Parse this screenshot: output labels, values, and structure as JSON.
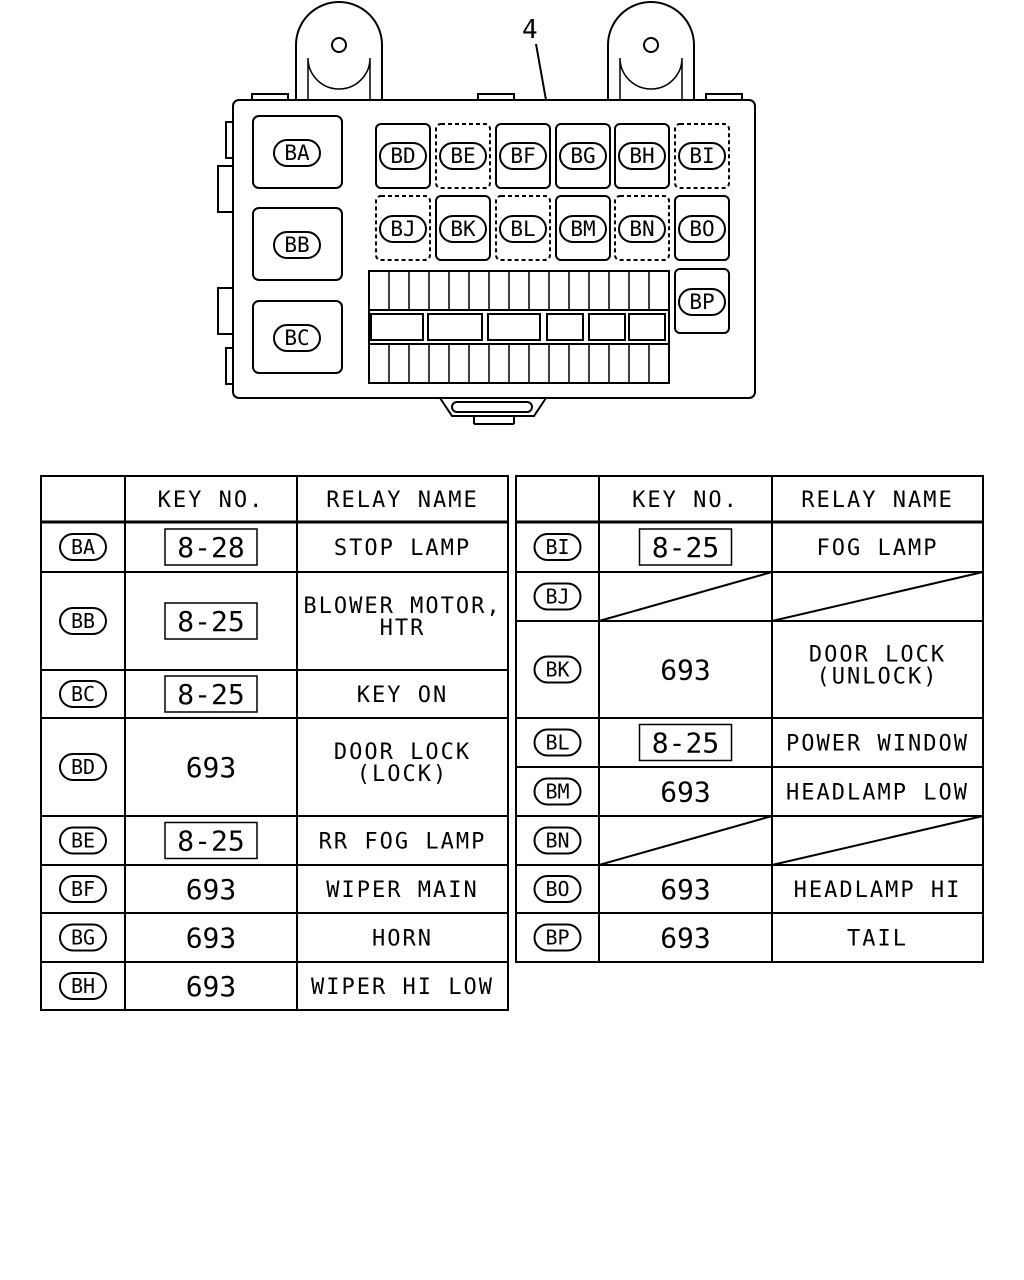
{
  "callout": "4",
  "box_labels": {
    "BA": "BA",
    "BB": "BB",
    "BC": "BC",
    "BD": "BD",
    "BE": "BE",
    "BF": "BF",
    "BG": "BG",
    "BH": "BH",
    "BI": "BI",
    "BJ": "BJ",
    "BK": "BK",
    "BL": "BL",
    "BM": "BM",
    "BN": "BN",
    "BO": "BO",
    "BP": "BP"
  },
  "tables": [
    {
      "headers": [
        "",
        "KEY NO.",
        "RELAY NAME"
      ],
      "rows": [
        {
          "code": "BA",
          "key": "8-28",
          "key_boxed": true,
          "name": [
            "STOP LAMP"
          ],
          "empty": false
        },
        {
          "code": "BB",
          "key": "8-25",
          "key_boxed": true,
          "name": [
            "BLOWER MOTOR,",
            "HTR"
          ],
          "empty": false
        },
        {
          "code": "BC",
          "key": "8-25",
          "key_boxed": true,
          "name": [
            "KEY ON"
          ],
          "empty": false
        },
        {
          "code": "BD",
          "key": "693",
          "key_boxed": false,
          "name": [
            "DOOR LOCK",
            "(LOCK)"
          ],
          "empty": false
        },
        {
          "code": "BE",
          "key": "8-25",
          "key_boxed": true,
          "name": [
            "RR FOG LAMP"
          ],
          "empty": false
        },
        {
          "code": "BF",
          "key": "693",
          "key_boxed": false,
          "name": [
            "WIPER MAIN"
          ],
          "empty": false
        },
        {
          "code": "BG",
          "key": "693",
          "key_boxed": false,
          "name": [
            "HORN"
          ],
          "empty": false
        },
        {
          "code": "BH",
          "key": "693",
          "key_boxed": false,
          "name": [
            "WIPER HI LOW"
          ],
          "empty": false
        }
      ]
    },
    {
      "headers": [
        "",
        "KEY NO.",
        "RELAY NAME"
      ],
      "rows": [
        {
          "code": "BI",
          "key": "8-25",
          "key_boxed": true,
          "name": [
            "FOG LAMP"
          ],
          "empty": false
        },
        {
          "code": "BJ",
          "key": "",
          "key_boxed": false,
          "name": [],
          "empty": true
        },
        {
          "code": "BK",
          "key": "693",
          "key_boxed": false,
          "name": [
            "DOOR LOCK",
            "(UNLOCK)"
          ],
          "empty": false
        },
        {
          "code": "BL",
          "key": "8-25",
          "key_boxed": true,
          "name": [
            "POWER WINDOW"
          ],
          "empty": false
        },
        {
          "code": "BM",
          "key": "693",
          "key_boxed": false,
          "name": [
            "HEADLAMP LOW"
          ],
          "empty": false
        },
        {
          "code": "BN",
          "key": "",
          "key_boxed": false,
          "name": [],
          "empty": true
        },
        {
          "code": "BO",
          "key": "693",
          "key_boxed": false,
          "name": [
            "HEADLAMP HI"
          ],
          "empty": false
        },
        {
          "code": "BP",
          "key": "693",
          "key_boxed": false,
          "name": [
            "TAIL"
          ],
          "empty": false
        }
      ]
    }
  ]
}
